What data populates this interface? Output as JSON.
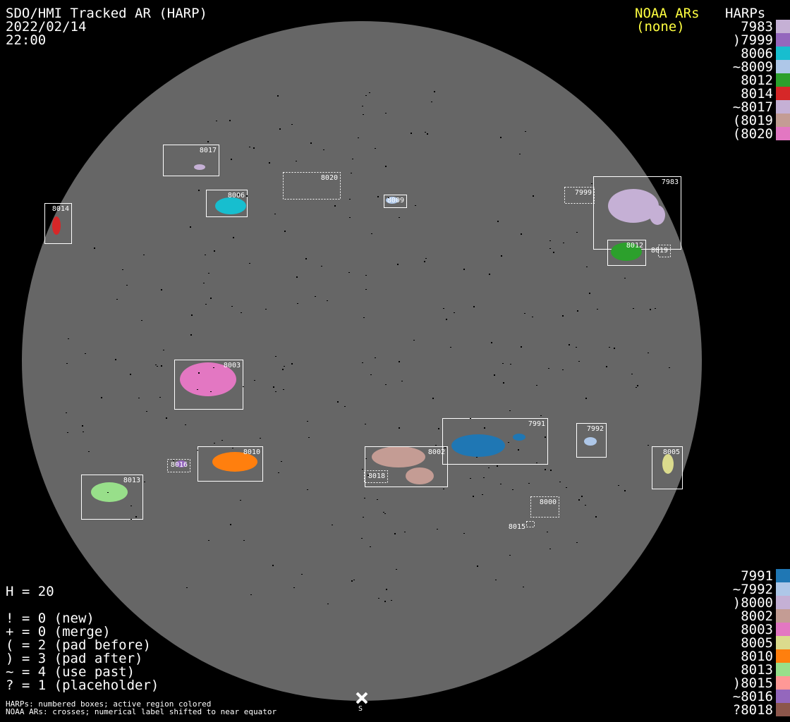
{
  "header": {
    "title": "SDO/HMI Tracked AR (HARP)",
    "date": "2022/02/14",
    "time": "22:00"
  },
  "noaa": {
    "title": "NOAA ARs",
    "value": "(none)",
    "color": "#ffff40"
  },
  "harps_title": "HARPs",
  "legend_top": [
    {
      "label": "7983",
      "color": "#c5b0d5"
    },
    {
      "label": ")7999",
      "color": "#9467bd"
    },
    {
      "label": "8006",
      "color": "#17becf"
    },
    {
      "label": "~8009",
      "color": "#aec7e8"
    },
    {
      "label": "8012",
      "color": "#2ca02c"
    },
    {
      "label": "8014",
      "color": "#d62728"
    },
    {
      "label": "~8017",
      "color": "#c5b0d5"
    },
    {
      "label": "(8019",
      "color": "#c49c94"
    },
    {
      "label": "(8020",
      "color": "#e377c2"
    }
  ],
  "legend_bottom": [
    {
      "label": "7991",
      "color": "#1f77b4"
    },
    {
      "label": "~7992",
      "color": "#aec7e8"
    },
    {
      "label": ")8000",
      "color": "#c5b0d5"
    },
    {
      "label": "8002",
      "color": "#c49c94"
    },
    {
      "label": "8003",
      "color": "#e377c2"
    },
    {
      "label": "8005",
      "color": "#dbdb8d"
    },
    {
      "label": "8010",
      "color": "#ff7f0e"
    },
    {
      "label": "8013",
      "color": "#98df8a"
    },
    {
      "label": ")8015",
      "color": "#ff9896"
    },
    {
      "label": "~8016",
      "color": "#9467bd"
    },
    {
      "label": "?8018",
      "color": "#8c564b"
    }
  ],
  "stats": {
    "h": "H = 20",
    "lines": [
      "! = 0 (new)",
      "+ = 0 (merge)",
      "( = 2 (pad before)",
      ") = 3 (pad after)",
      "~ = 4 (use past)",
      "? = 1 (placeholder)"
    ]
  },
  "footer": [
    "HARPs: numbered boxes; active region colored",
    "NOAA ARs: crosses; numerical label shifted to near equator"
  ],
  "south_label": "S",
  "regions": [
    {
      "id": "8017",
      "color": "#c5b0d5"
    },
    {
      "id": "8020",
      "color": ""
    },
    {
      "id": "8006",
      "color": "#17becf"
    },
    {
      "id": "8009",
      "color": "#aec7e8"
    },
    {
      "id": "8014",
      "color": "#d62728"
    },
    {
      "id": "7999",
      "color": ""
    },
    {
      "id": "7983",
      "color": "#c5b0d5"
    },
    {
      "id": "8012",
      "color": "#2ca02c"
    },
    {
      "id": "8019",
      "color": ""
    },
    {
      "id": "8003",
      "color": "#e377c2"
    },
    {
      "id": "7991",
      "color": "#1f77b4"
    },
    {
      "id": "7992",
      "color": "#aec7e8"
    },
    {
      "id": "8005",
      "color": "#dbdb8d"
    },
    {
      "id": "8002",
      "color": "#c49c94"
    },
    {
      "id": "8018",
      "color": ""
    },
    {
      "id": "8010",
      "color": "#ff7f0e"
    },
    {
      "id": "8016",
      "color": "#9467bd"
    },
    {
      "id": "8013",
      "color": "#98df8a"
    },
    {
      "id": "8000",
      "color": ""
    },
    {
      "id": "8015",
      "color": ""
    }
  ]
}
